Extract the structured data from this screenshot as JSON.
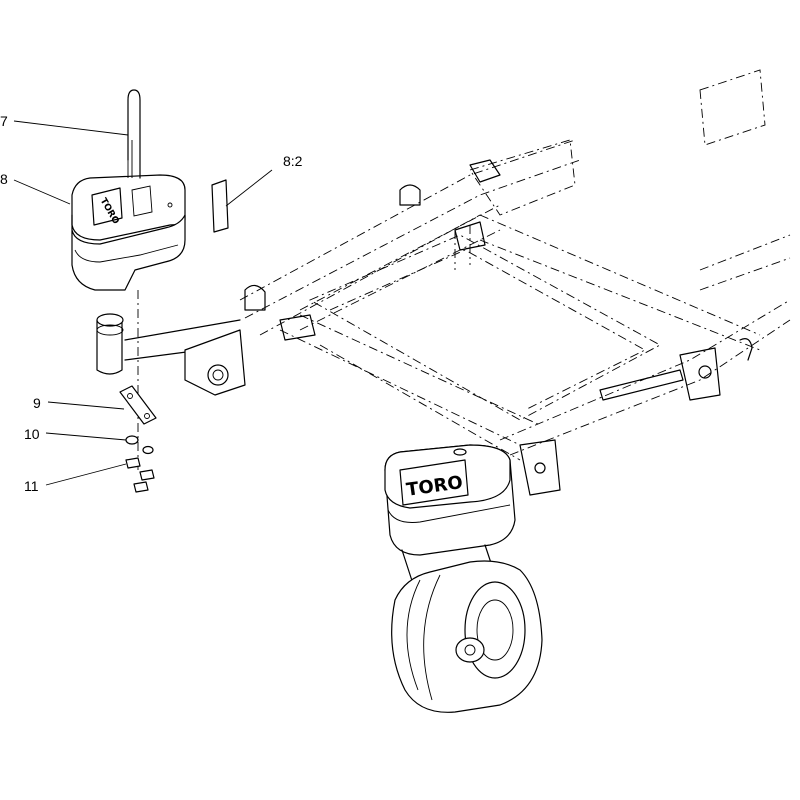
{
  "callouts": {
    "c7": "7",
    "c8": "8",
    "c8_2": "8:2",
    "c9": "9",
    "c10": "10",
    "c11": "11"
  },
  "logo": {
    "brand": "TORO"
  }
}
